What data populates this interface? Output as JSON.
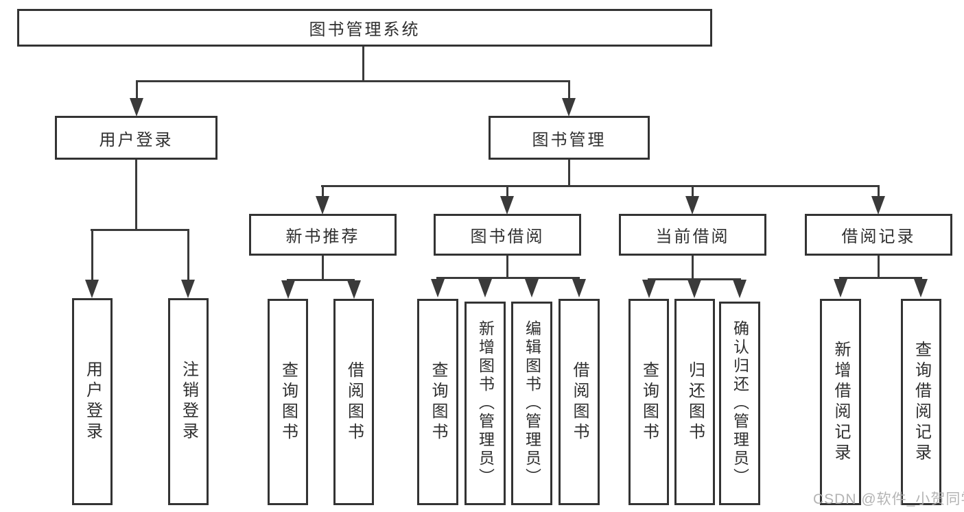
{
  "diagram": {
    "title": "图书管理系统",
    "type": "tree",
    "watermark": "CSDN @软件_小贺同学",
    "colors": {
      "line": "#3a3a3a",
      "border": "#333333",
      "text": "#2f2f2f",
      "background": "#ffffff",
      "watermark": "#acacac"
    }
  },
  "nodes": {
    "root": "图书管理系统",
    "userLogin": "用户登录",
    "bookManagement": "图书管理",
    "newBookRecommend": "新书推荐",
    "bookBorrow": "图书借阅",
    "currentBorrow": "当前借阅",
    "borrowRecord": "借阅记录",
    "leafUserLogin": "用户登录",
    "leafLogout": "注销登录",
    "leafQueryBooksA": "查询图书",
    "leafBorrowBooksA": "借阅图书",
    "leafQueryBooksB": "查询图书",
    "leafAddBooksAdmin": "新增图书（管理员）",
    "leafEditBooksAdmin": "编辑图书（管理员）",
    "leafBorrowBooksB": "借阅图书",
    "leafQueryBooksC": "查询图书",
    "leafReturnBooks": "归还图书",
    "leafConfirmReturnAdmin": "确认归还（管理员）",
    "leafAddBorrowRecord": "新增借阅记录",
    "leafQueryBorrowRecord": "查询借阅记录"
  },
  "hierarchy": {
    "图书管理系统": [
      "用户登录",
      "图书管理"
    ],
    "用户登录": [
      "用户登录",
      "注销登录"
    ],
    "图书管理": [
      "新书推荐",
      "图书借阅",
      "当前借阅",
      "借阅记录"
    ],
    "新书推荐": [
      "查询图书",
      "借阅图书"
    ],
    "图书借阅": [
      "查询图书",
      "新增图书（管理员）",
      "编辑图书（管理员）",
      "借阅图书"
    ],
    "当前借阅": [
      "查询图书",
      "归还图书",
      "确认归还（管理员）"
    ],
    "借阅记录": [
      "新增借阅记录",
      "查询借阅记录"
    ]
  }
}
